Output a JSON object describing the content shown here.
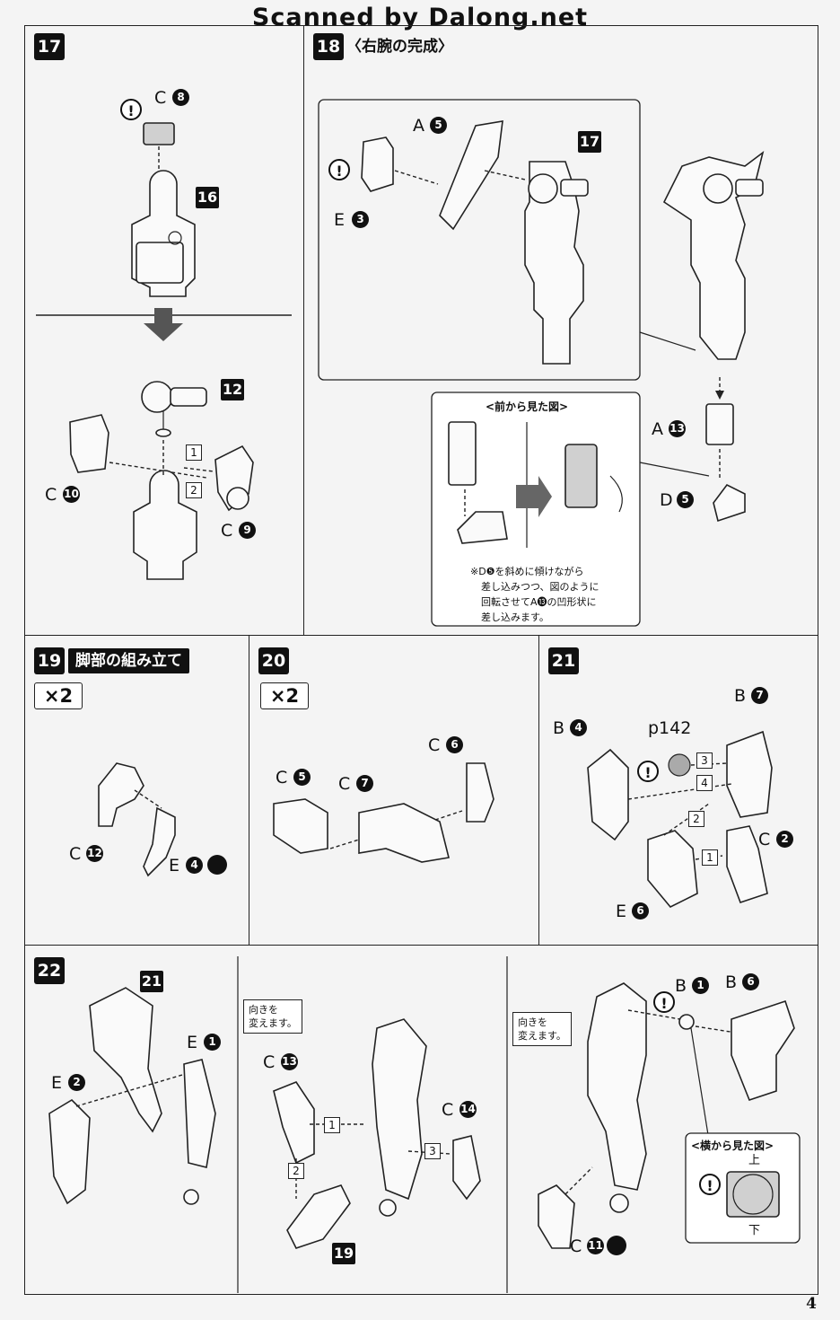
{
  "header": {
    "text": "Scanned by Dalong.net"
  },
  "page_number": "4",
  "steps": {
    "s17": {
      "num": "17",
      "label_c8": "C",
      "num_c8": "8",
      "label_16": "16",
      "label_12": "12",
      "label_c10": "C",
      "num_c10": "10",
      "label_c9": "C",
      "num_c9": "9",
      "seq1": "1",
      "seq2": "2"
    },
    "s18": {
      "num": "18",
      "title": "〈右腕の完成〉",
      "label_a5": "A",
      "num_a5": "5",
      "label_e3": "E",
      "num_e3": "3",
      "label_17": "17",
      "label_a13": "A",
      "num_a13": "13",
      "label_d5": "D",
      "num_d5": "5",
      "front_view_title": "<前から見た図>",
      "note": [
        "※D❺を斜めに傾けながら",
        "差し込みつつ、図のように",
        "回転させてA⓭の凹形状に",
        "差し込みます。"
      ]
    },
    "s19": {
      "num": "19",
      "title": "脚部の組み立て",
      "mult": "×2",
      "label_c12": "C",
      "num_c12": "12",
      "label_e4": "E",
      "num_e4": "4"
    },
    "s20": {
      "num": "20",
      "mult": "×2",
      "label_c5": "C",
      "num_c5": "5",
      "label_c7": "C",
      "num_c7": "7",
      "label_c6": "C",
      "num_c6": "6"
    },
    "s21": {
      "num": "21",
      "label_b4": "B",
      "num_b4": "4",
      "label_b7": "B",
      "num_b7": "7",
      "p_ref": "p142",
      "label_c2": "C",
      "num_c2": "2",
      "label_e6": "E",
      "num_e6": "6",
      "seq1": "1",
      "seq2": "2",
      "seq3": "3",
      "seq4": "4"
    },
    "s22": {
      "num": "22",
      "label_21": "21",
      "label_e1": "E",
      "num_e1": "1",
      "label_e2": "E",
      "num_e2": "2",
      "callout1": [
        "向きを",
        "変えます。"
      ],
      "callout2": [
        "向きを",
        "変えます。"
      ],
      "label_c13": "C",
      "num_c13": "13",
      "label_c14": "C",
      "num_c14": "14",
      "label_19": "19",
      "label_b1": "B",
      "num_b1": "1",
      "label_b6": "B",
      "num_b6": "6",
      "side_view_title": "<横から見た図>",
      "side_top": "上",
      "side_bottom": "下",
      "label_c11": "C",
      "num_c11": "11",
      "seq1": "1",
      "seq2": "2",
      "seq3": "3"
    },
    "warn_mark": "!"
  }
}
